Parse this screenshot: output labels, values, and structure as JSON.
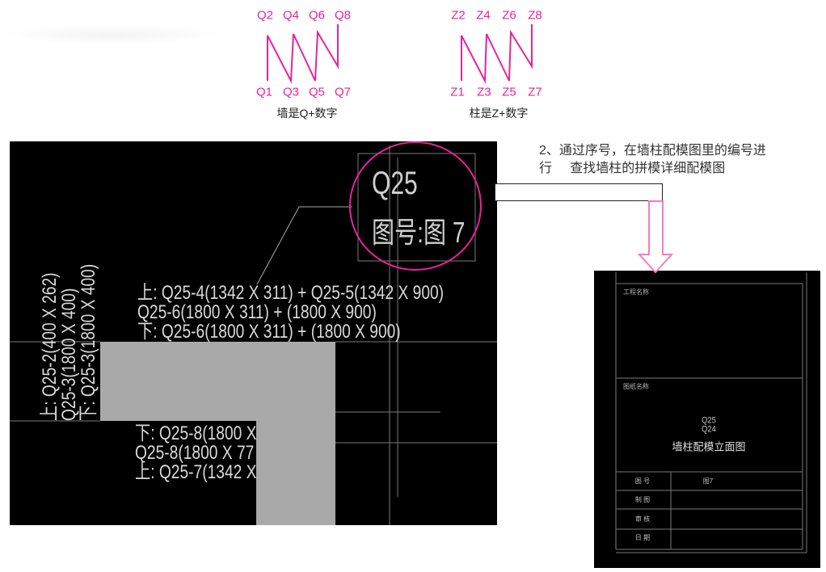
{
  "colors": {
    "accent": "#e6249a",
    "cad_background": "#000000",
    "cad_block": "#a9a9a9",
    "cad_text": "#d9d9d9",
    "cad_line": "#7a7a7a",
    "arrow": "#f27cc3"
  },
  "legend": {
    "wall": {
      "top_labels": [
        "Q2",
        "Q4",
        "Q6",
        "Q8"
      ],
      "bottom_labels": [
        "Q1",
        "Q3",
        "Q5",
        "Q7"
      ],
      "caption": "墙是Q+数字"
    },
    "column": {
      "top_labels": [
        "Z2",
        "Z4",
        "Z6",
        "Z8"
      ],
      "bottom_labels": [
        "Z1",
        "Z3",
        "Z5",
        "Z7"
      ],
      "caption": "柱是Z+数字"
    }
  },
  "plan": {
    "tag": {
      "id": "Q25",
      "sheet": "图号:图 7"
    },
    "upper_lines": [
      "上: Q25-4(1342 X 311) + Q25-5(1342 X 900)",
      "Q25-6(1800 X 311) + (1800 X 900)",
      "下: Q25-6(1800 X 311) + (1800 X 900)"
    ],
    "side_lines": [
      "上: Q25-2(400 X 262)",
      "Q25-3(1800 X 400)",
      "下: Q25-3(1800 X 400)"
    ],
    "lower_lines": [
      "下: Q25-8(1800 X",
      "Q25-8(1800 X 77",
      "上: Q25-7(1342 X"
    ]
  },
  "instruction": {
    "line1": "2、通过序号，在墙柱配模图里的编号进",
    "line2": "行     查找墙柱的拼模详细配模图"
  },
  "title_block": {
    "project_label": "工程名称",
    "drawing_label": "图纸名称",
    "drawing_ids": [
      "Q25",
      "Q24"
    ],
    "drawing_title": "墙柱配模立面图",
    "rows": [
      {
        "label": "图 号",
        "value": "图7"
      },
      {
        "label": "制 图"
      },
      {
        "label": "审 核"
      },
      {
        "label": "日 期"
      }
    ]
  }
}
